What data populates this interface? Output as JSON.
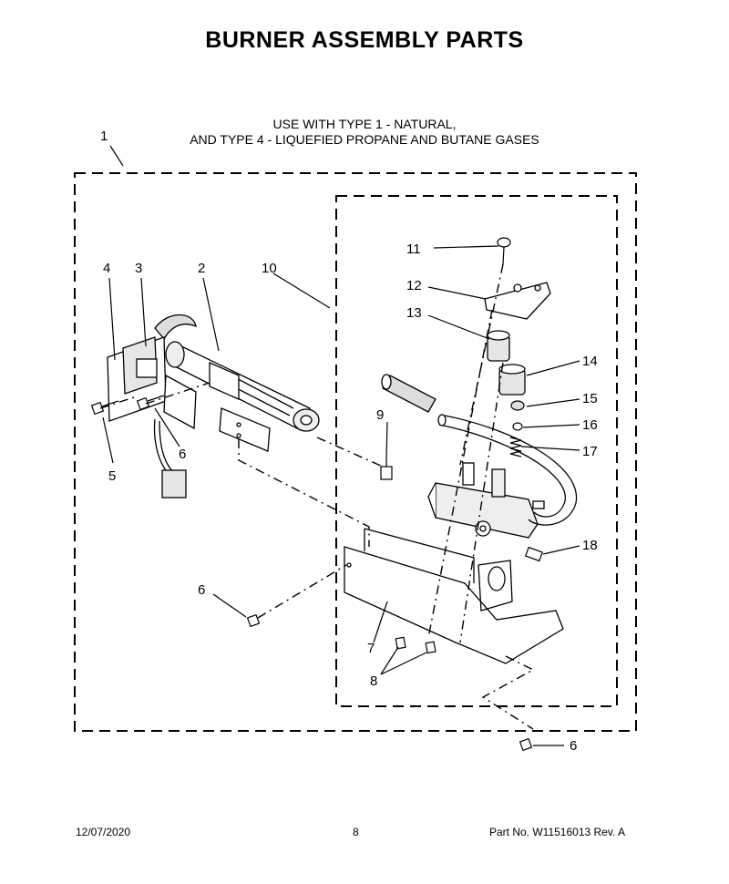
{
  "page": {
    "title": "BURNER ASSEMBLY PARTS",
    "subtitle_line1": "USE WITH TYPE 1 - NATURAL,",
    "subtitle_line2": "AND TYPE 4 - LIQUEFIED PROPANE AND BUTANE GASES"
  },
  "callouts": {
    "c1": "1",
    "c2": "2",
    "c3": "3",
    "c4": "4",
    "c5": "5",
    "c6a": "6",
    "c6b": "6",
    "c6c": "6",
    "c7": "7",
    "c8": "8",
    "c9": "9",
    "c10": "10",
    "c11": "11",
    "c12": "12",
    "c13": "13",
    "c14": "14",
    "c15": "15",
    "c16": "16",
    "c17": "17",
    "c18": "18"
  },
  "footer": {
    "date": "12/07/2020",
    "page_number": "8",
    "part_info": "Part No.  W11516013  Rev.  A"
  }
}
